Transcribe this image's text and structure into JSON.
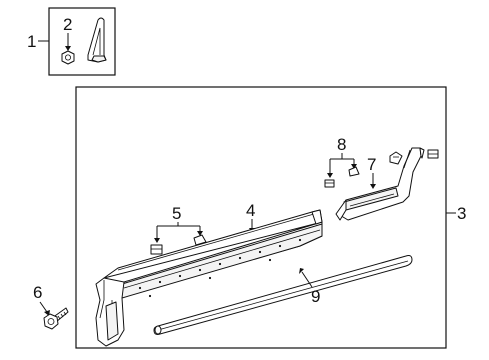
{
  "callouts": {
    "c1": "1",
    "c2": "2",
    "c3": "3",
    "c4": "4",
    "c5": "5",
    "c6": "6",
    "c7": "7",
    "c8": "8",
    "c9": "9"
  },
  "parts": [
    {
      "id": "1",
      "name": "kit-assembly"
    },
    {
      "id": "2",
      "name": "nut"
    },
    {
      "id": "3",
      "name": "rocker-molding-assembly"
    },
    {
      "id": "4",
      "name": "rocker-molding"
    },
    {
      "id": "5",
      "name": "retainer-clips"
    },
    {
      "id": "6",
      "name": "bolt"
    },
    {
      "id": "7",
      "name": "front-extension"
    },
    {
      "id": "8",
      "name": "front-clips"
    },
    {
      "id": "9",
      "name": "lower-strip"
    }
  ]
}
